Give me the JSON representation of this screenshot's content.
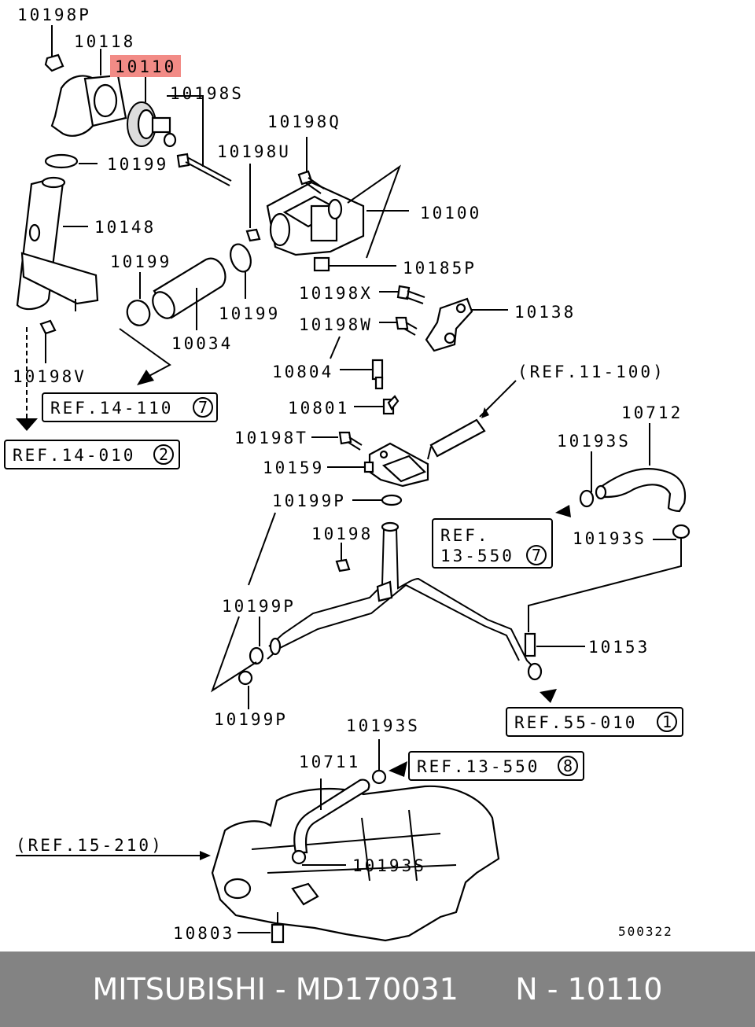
{
  "callouts": {
    "c10198P_a": "10198P",
    "c10118": "10118",
    "c10110": "10110",
    "c10198S": "10198S",
    "c10198Q": "10198Q",
    "c10198U": "10198U",
    "c10199_a": "10199",
    "c10100": "10100",
    "c10148": "10148",
    "c10199_b": "10199",
    "c10185P": "10185P",
    "c10199_c": "10199",
    "c10198X": "10198X",
    "c10138": "10138",
    "c10034": "10034",
    "c10198W": "10198W",
    "c10804": "10804",
    "c10198V": "10198V",
    "c10801": "10801",
    "c10712": "10712",
    "c10193S_a": "10193S",
    "c10198T": "10198T",
    "c10159": "10159",
    "c10199P_a": "10199P",
    "c10198": "10198",
    "c10193S_b": "10193S",
    "c10199P_b": "10199P",
    "c10153": "10153",
    "c10199P_c": "10199P",
    "c10193S_c": "10193S",
    "c10711": "10711",
    "c10193S_d": "10193S",
    "c10803": "10803",
    "ref_11_100": "(REF.11-100)",
    "ref_15_210": "(REF.15-210)",
    "diagram_code": "500322"
  },
  "refs": {
    "r14_110": {
      "text": "REF.14-110",
      "num": "7"
    },
    "r14_010": {
      "text": "REF.14-010",
      "num": "2"
    },
    "r13_550a_line1": "REF.",
    "r13_550a": {
      "text": "13-550",
      "num": "7"
    },
    "r55_010": {
      "text": "REF.55-010",
      "num": "1"
    },
    "r13_550b": {
      "text": "REF.13-550",
      "num": "8"
    }
  },
  "footer": {
    "brand": "MITSUBISHI",
    "part_number": "MD170031",
    "position": "N - 10110",
    "sep": " - "
  },
  "colors": {
    "highlight": "#f28b86",
    "footer_bg": "#838383"
  }
}
